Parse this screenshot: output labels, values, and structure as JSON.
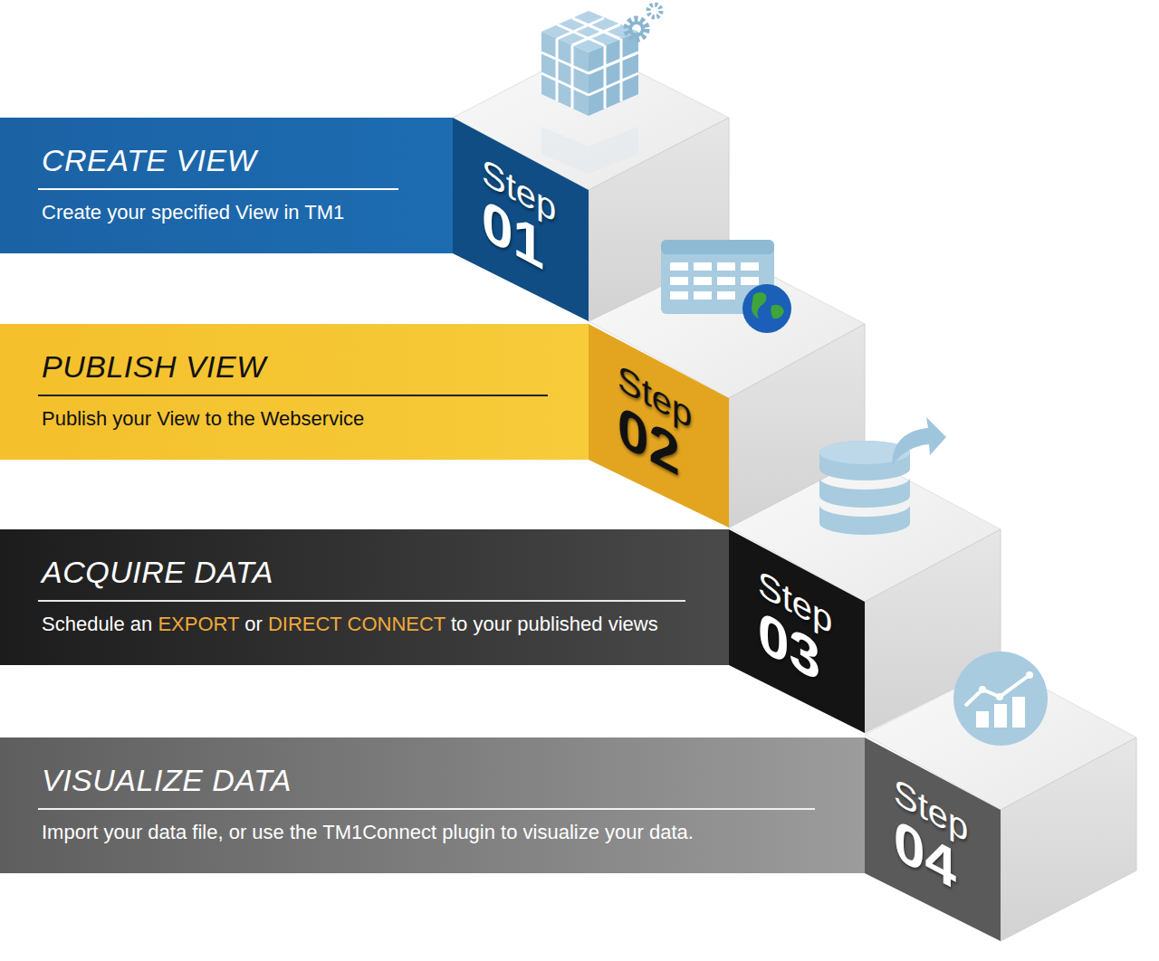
{
  "diagram": {
    "nodes": [
      {
        "text": [
          "CREATE VIEW",
          "Create your specified View in TM1",
          "Step 01"
        ]
      },
      {
        "text": [
          "PUBLISH VIEW",
          "Publish your View to the Webservice",
          "Step 02"
        ]
      },
      {
        "text": [
          "ACQUIRE DATA",
          "Schedule an EXPORT or DIRECT CONNECT to your published views",
          "Step 03"
        ]
      },
      {
        "text": [
          "VISUALIZE DATA",
          "Import your data file, or use the TM1Connect plugin to visualize your data.",
          "Step 04"
        ]
      }
    ]
  }
}
